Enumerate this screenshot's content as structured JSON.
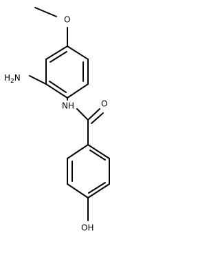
{
  "molecule": {
    "labels": {
      "methoxy_oxygen": "O",
      "amino_nitrogen": "H",
      "amino_subscript": "2",
      "amino_n": "N",
      "amide_nitrogen": "NH",
      "carbonyl_oxygen": "O",
      "hydroxyl": "OH"
    },
    "bond_color": "#000000",
    "background_color": "#ffffff"
  }
}
